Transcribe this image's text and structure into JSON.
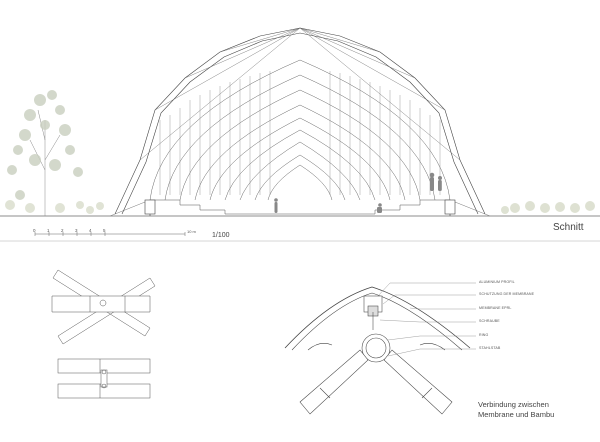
{
  "section": {
    "title": "Schnitt",
    "ratio": "1/100",
    "scale_unit": "10 m",
    "scale_ticks": [
      "0",
      "1",
      "2",
      "3",
      "4",
      "5"
    ]
  },
  "detail": {
    "labels": [
      "ALUMINIUM PROFIL",
      "SCHUTZUNG DER MEMBRANE",
      "MEMBRANE EPRL",
      "SCHRAUBE",
      "RING",
      "STAHLSTAB"
    ],
    "caption_line1": "Verbindung zwischen",
    "caption_line2": "Membrane und Bambu"
  }
}
